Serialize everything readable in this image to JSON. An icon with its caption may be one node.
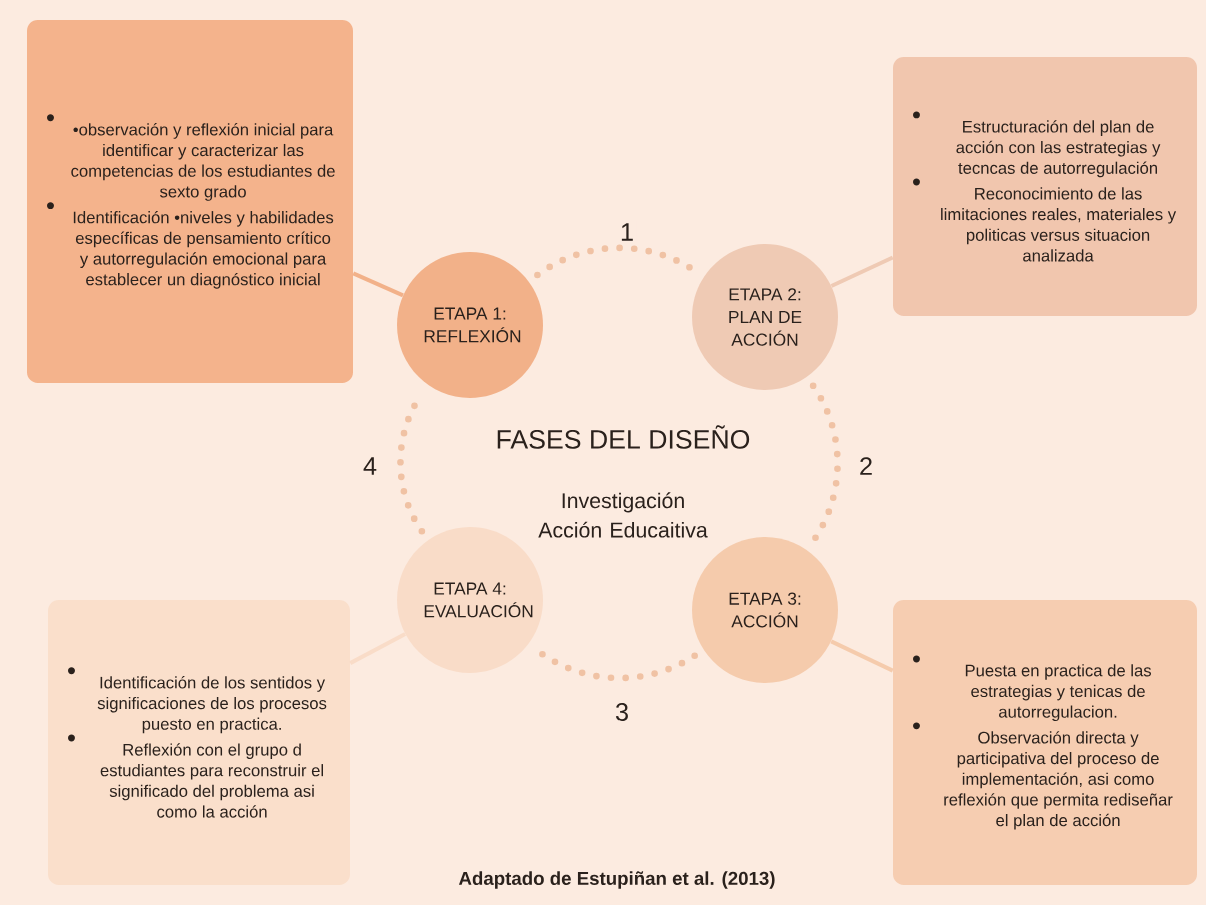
{
  "diagram": {
    "title": "FASES DEL DISEÑO",
    "caption": "Adaptado de Estupiñan et al. (2013)",
    "nodes": [
      {
        "text": [
          "•observación y reflexión inicial para identificar y caracterizar las competencias de los estudiantes de sexto grado",
          "Identificación •niveles y habilidades específicas de pensamiento crítico y autorregulación emocional para establecer un diagnóstico inicial"
        ]
      },
      {
        "text": [
          "Estructuración del plan de acción con las estrategias y  tecncas de autorregulación",
          "Reconocimiento de las limitaciones reales, materiales y politicas versus situacion analizada"
        ]
      },
      {
        "text": [
          "ETAPA 1: REFLEXIÓN"
        ]
      },
      {
        "text": [
          "ETAPA 2: PLAN DE ACCIÓN"
        ]
      },
      {
        "text": [
          "ETAPA 4: EVALUACIÓN"
        ]
      },
      {
        "text": [
          "ETAPA 3: ACCIÓN"
        ]
      },
      {
        "text": [
          "Identificación de los sentidos y significaciones de los procesos puesto en practica.",
          "Reflexión con el grupo d estudiantes para reconstruir el significado del problema asi como la acción"
        ]
      },
      {
        "text": [
          "Puesta en practica  de las estrategias y tenicas de autorregulacion.",
          "Observación directa y participativa del proceso de implementación, asi como reflexión que permita rediseñar el plan de acción"
        ]
      }
    ],
    "edges": [
      {
        "from": 0,
        "to": 2,
        "arrow": "none"
      },
      {
        "from": 1,
        "to": 3,
        "arrow": "none"
      },
      {
        "from": 6,
        "to": 4,
        "arrow": "none"
      },
      {
        "from": 7,
        "to": 5,
        "arrow": "none"
      },
      {
        "from": 2,
        "to": 3,
        "arrow": "none",
        "style": "dashed",
        "label": "1"
      },
      {
        "from": 3,
        "to": 5,
        "arrow": "none",
        "style": "dashed",
        "label": "2"
      },
      {
        "from": 5,
        "to": 4,
        "arrow": "none",
        "style": "dashed",
        "label": "3"
      },
      {
        "from": 4,
        "to": 2,
        "arrow": "none",
        "style": "dashed",
        "label": "4"
      }
    ],
    "labels": [
      "Investigación Acción Educaitiva"
    ]
  }
}
